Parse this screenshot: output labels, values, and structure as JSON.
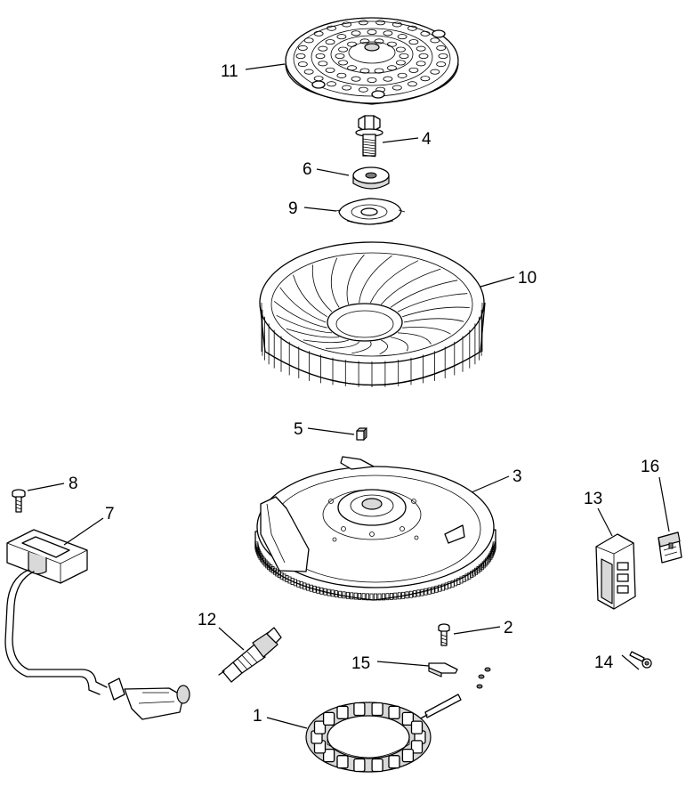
{
  "callouts": [
    {
      "id": "1",
      "text": "1"
    },
    {
      "id": "2",
      "text": "2"
    },
    {
      "id": "3",
      "text": "3"
    },
    {
      "id": "4",
      "text": "4"
    },
    {
      "id": "5",
      "text": "5"
    },
    {
      "id": "6",
      "text": "6"
    },
    {
      "id": "7",
      "text": "7"
    },
    {
      "id": "8",
      "text": "8"
    },
    {
      "id": "9",
      "text": "9"
    },
    {
      "id": "10",
      "text": "10"
    },
    {
      "id": "11",
      "text": "11"
    },
    {
      "id": "12",
      "text": "12"
    },
    {
      "id": "13",
      "text": "13"
    },
    {
      "id": "14",
      "text": "14"
    },
    {
      "id": "15",
      "text": "15"
    },
    {
      "id": "16",
      "text": "16"
    }
  ],
  "colors": {
    "line": "#000000",
    "background": "#ffffff",
    "shade": "#d9d9d9",
    "dark": "#7a7a7a"
  }
}
